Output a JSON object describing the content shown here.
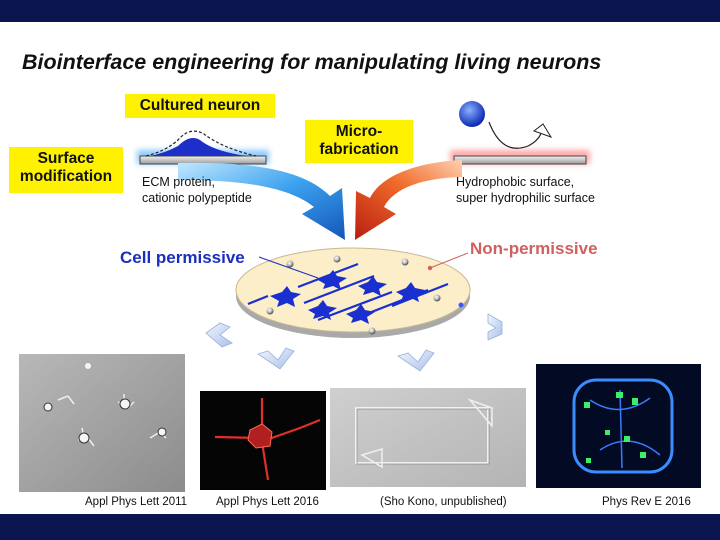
{
  "slide": {
    "title": "Biointerface engineering for manipulating living neurons",
    "labels": {
      "cultured_neuron": "Cultured neuron",
      "micro_fabrication_line1": "Micro-",
      "micro_fabrication_line2": "fabrication",
      "surface_modification_line1": "Surface",
      "surface_modification_line2": "modification"
    },
    "left_caption": [
      "ECM protein,",
      "cationic polypeptide"
    ],
    "right_caption": [
      "Hydrophobic surface,",
      "super hydrophilic surface"
    ],
    "cell_permissive": "Cell permissive",
    "non_permissive": "Non-permissive",
    "references": [
      "Appl Phys Lett 2011",
      "Appl Phys Lett 2016",
      "(Sho Kono, unpublished)",
      "Phys Rev E 2016"
    ]
  },
  "colors": {
    "band": "#0a1550",
    "highlight": "#fff200",
    "cell_permissive": "#1a2fbf",
    "non_permissive": "#d06060"
  }
}
